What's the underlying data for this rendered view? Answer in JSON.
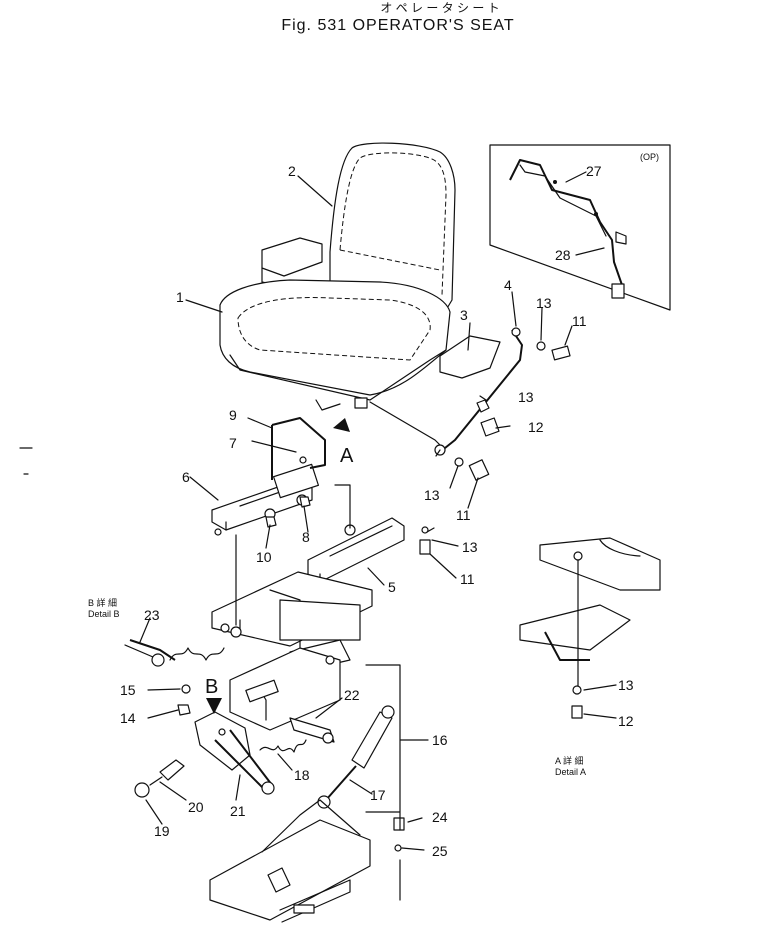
{
  "header": {
    "japanese_title": "オ ペ レ ー タ  シ ー ト",
    "figure_title": "Fig. 531   OPERATOR'S SEAT"
  },
  "option_box": {
    "label": "(OP)"
  },
  "detail_labels": {
    "a_japanese": "A 詳 細",
    "a_english": "Detail A",
    "b_japanese": "B 詳 細",
    "b_english": "Detail B"
  },
  "view_markers": {
    "a": "A",
    "b": "B"
  },
  "callouts": {
    "c1": "1",
    "c2": "2",
    "c3": "3",
    "c4": "4",
    "c5": "5",
    "c6": "6",
    "c7": "7",
    "c8": "8",
    "c9": "9",
    "c10": "10",
    "c11a": "11",
    "c11b": "11",
    "c11c": "11",
    "c12a": "12",
    "c12b": "12",
    "c13a": "13",
    "c13b": "13",
    "c13c": "13",
    "c13d": "13",
    "c13e": "13",
    "c14": "14",
    "c15": "15",
    "c16": "16",
    "c17": "17",
    "c18": "18",
    "c19": "19",
    "c20": "20",
    "c21": "21",
    "c22": "22",
    "c23": "23",
    "c24": "24",
    "c25": "25",
    "c27": "27",
    "c28": "28"
  }
}
